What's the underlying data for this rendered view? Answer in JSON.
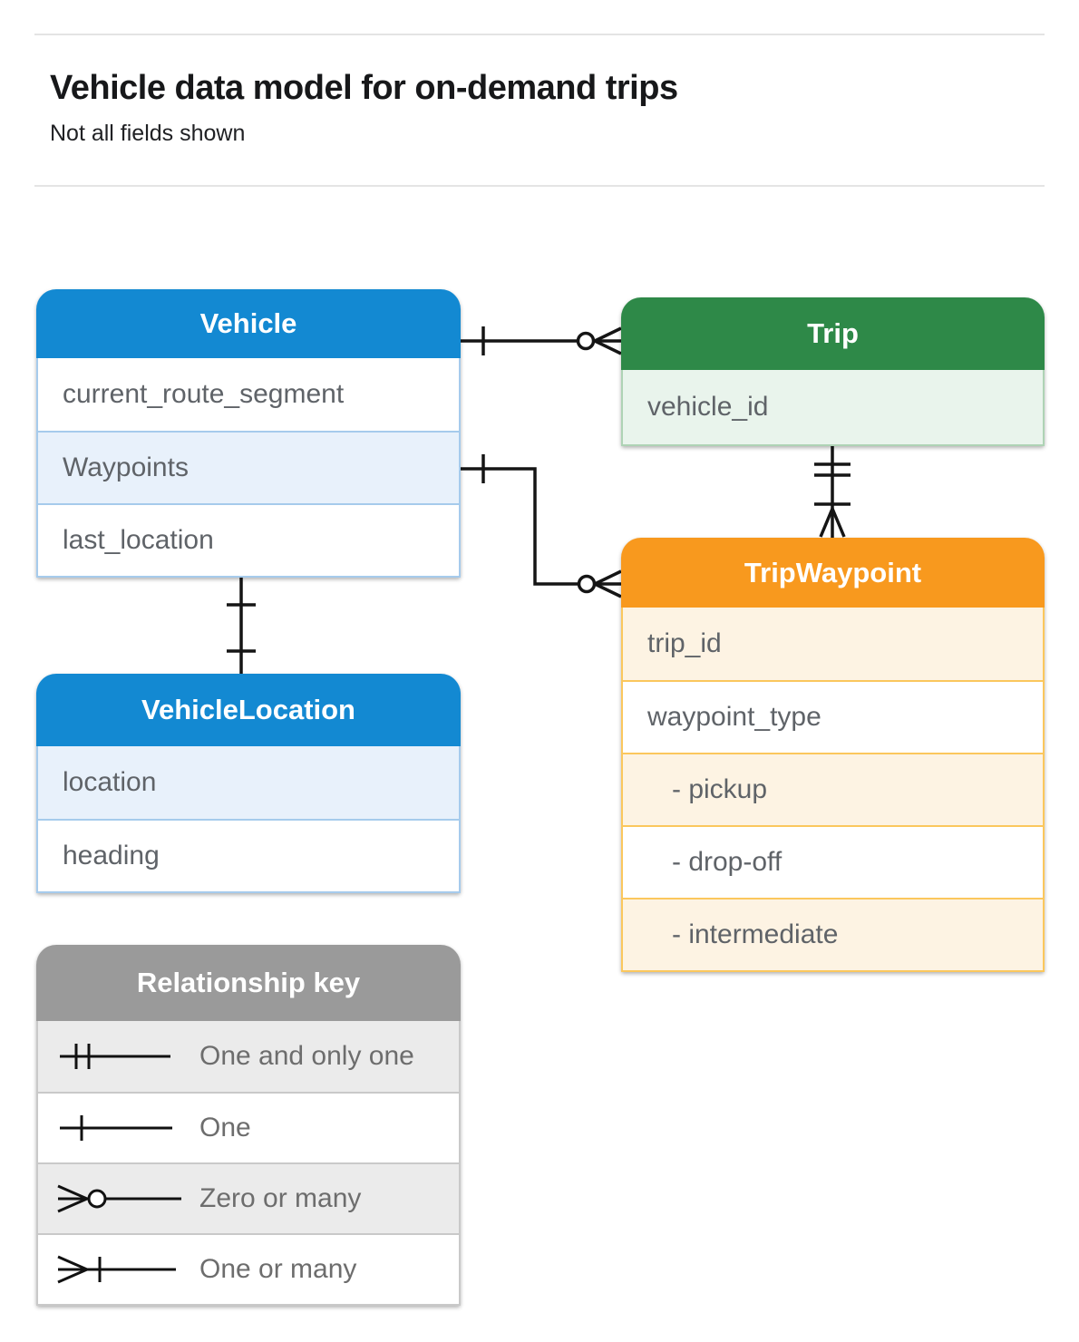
{
  "header": {
    "title": "Vehicle data model for on-demand trips",
    "subtitle": "Not all fields shown"
  },
  "entities": {
    "vehicle": {
      "title": "Vehicle",
      "fields": [
        "current_route_segment",
        "Waypoints",
        "last_location"
      ]
    },
    "trip": {
      "title": "Trip",
      "fields": [
        "vehicle_id"
      ]
    },
    "trip_waypoint": {
      "title": "TripWaypoint",
      "fields": [
        "trip_id",
        "waypoint_type",
        "- pickup",
        "- drop-off",
        "- intermediate"
      ]
    },
    "vehicle_location": {
      "title": "VehicleLocation",
      "fields": [
        "location",
        "heading"
      ]
    }
  },
  "legend": {
    "title": "Relationship key",
    "items": [
      {
        "symbol": "one-and-only-one",
        "label": "One and only one"
      },
      {
        "symbol": "one",
        "label": "One"
      },
      {
        "symbol": "zero-or-many",
        "label": "Zero or many"
      },
      {
        "symbol": "one-or-many",
        "label": "One or many"
      }
    ]
  },
  "relationships": [
    {
      "from": "Vehicle",
      "to": "Trip",
      "from_cardinality": "one",
      "to_cardinality": "zero-or-many"
    },
    {
      "from": "Vehicle.Waypoints",
      "to": "TripWaypoint",
      "from_cardinality": "one",
      "to_cardinality": "zero-or-many"
    },
    {
      "from": "Trip",
      "to": "TripWaypoint",
      "from_cardinality": "one-and-only-one",
      "to_cardinality": "one-or-many"
    },
    {
      "from": "Vehicle",
      "to": "VehicleLocation",
      "from_cardinality": "one",
      "to_cardinality": "one"
    }
  ],
  "colors": {
    "blue_header": "#1389d2",
    "blue_row": "#e8f1fb",
    "blue_border": "#a6cbec",
    "green_header": "#2e8948",
    "green_row": "#e9f4ec",
    "green_border": "#aed3b5",
    "orange_header": "#f8991e",
    "orange_row": "#fdf3e3",
    "orange_border": "#fbc75d",
    "gray_header": "#9a9a9a",
    "gray_row": "#ebebeb",
    "field_text": "#5f6368",
    "connector": "#151515"
  }
}
